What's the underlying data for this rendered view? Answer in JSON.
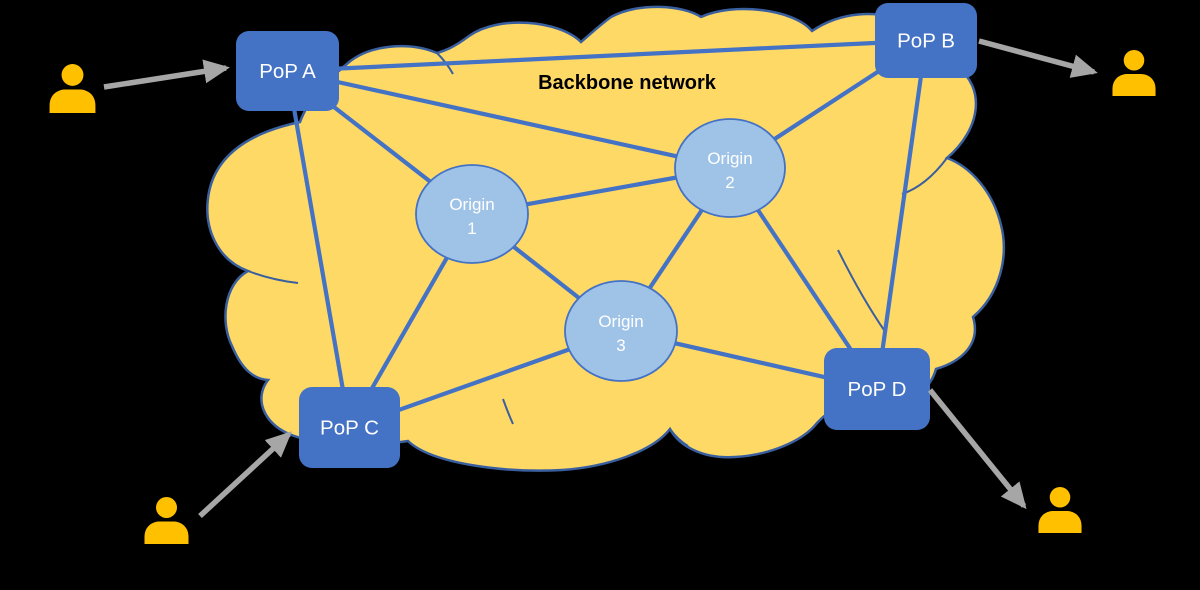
{
  "cloud": {
    "label": "Backbone network",
    "fill": "#FFD966",
    "border": "#3A5F9F"
  },
  "colors": {
    "pop_fill": "#4472C4",
    "origin_fill": "#9FC3E7",
    "origin_border": "#4472C4",
    "link": "#4472C4",
    "node_text": "#FFFFFF",
    "cloud_label_text": "#000000",
    "user_fill": "#FFC000",
    "arrow": "#A6A6A6"
  },
  "nodes": [
    {
      "id": "pop-a",
      "type": "pop",
      "label": "PoP A"
    },
    {
      "id": "pop-b",
      "type": "pop",
      "label": "PoP B"
    },
    {
      "id": "pop-c",
      "type": "pop",
      "label": "PoP C"
    },
    {
      "id": "pop-d",
      "type": "pop",
      "label": "PoP D"
    },
    {
      "id": "origin-1",
      "type": "origin",
      "label": "Origin",
      "sublabel": "1"
    },
    {
      "id": "origin-2",
      "type": "origin",
      "label": "Origin",
      "sublabel": "2"
    },
    {
      "id": "origin-3",
      "type": "origin",
      "label": "Origin",
      "sublabel": "3"
    }
  ],
  "edges": [
    [
      "pop-a",
      "pop-b"
    ],
    [
      "pop-a",
      "origin-1"
    ],
    [
      "pop-a",
      "origin-2"
    ],
    [
      "pop-a",
      "pop-c"
    ],
    [
      "pop-b",
      "origin-2"
    ],
    [
      "pop-b",
      "pop-d"
    ],
    [
      "pop-c",
      "origin-1"
    ],
    [
      "pop-c",
      "origin-3"
    ],
    [
      "origin-1",
      "origin-2"
    ],
    [
      "origin-1",
      "origin-3"
    ],
    [
      "origin-2",
      "origin-3"
    ],
    [
      "origin-2",
      "pop-d"
    ],
    [
      "origin-3",
      "pop-d"
    ]
  ],
  "users": [
    {
      "id": "user-top-left"
    },
    {
      "id": "user-top-right"
    },
    {
      "id": "user-bottom-left"
    },
    {
      "id": "user-bottom-right"
    }
  ],
  "arrows": [
    {
      "from": "user-top-left",
      "to": "pop-a"
    },
    {
      "from": "pop-b",
      "to": "user-top-right"
    },
    {
      "from": "user-bottom-left",
      "to": "pop-c"
    },
    {
      "from": "pop-d",
      "to": "user-bottom-right"
    }
  ]
}
